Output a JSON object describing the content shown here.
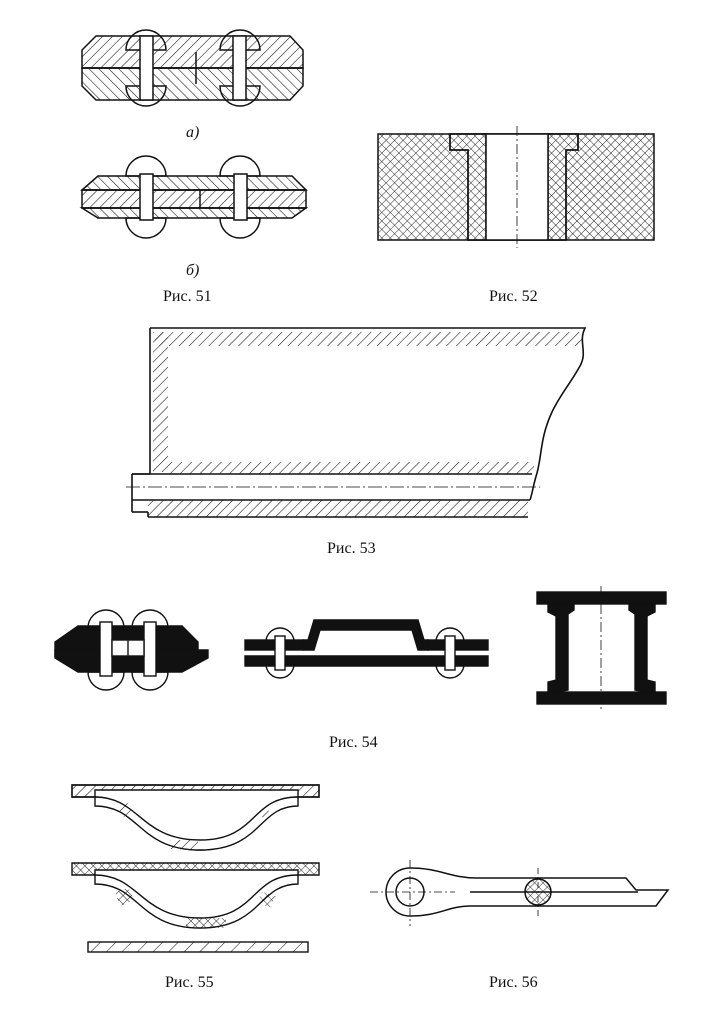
{
  "figures": [
    {
      "id": "fig51",
      "caption": "Рис. 51",
      "subcaptions": [
        "а)",
        "б)"
      ]
    },
    {
      "id": "fig52",
      "caption": "Рис. 52"
    },
    {
      "id": "fig53",
      "caption": "Рис. 53"
    },
    {
      "id": "fig54",
      "caption": "Рис. 54"
    },
    {
      "id": "fig55",
      "caption": "Рис. 55"
    },
    {
      "id": "fig56",
      "caption": "Рис. 56"
    }
  ],
  "colors": {
    "ink": "#111111",
    "paper": "#ffffff"
  }
}
